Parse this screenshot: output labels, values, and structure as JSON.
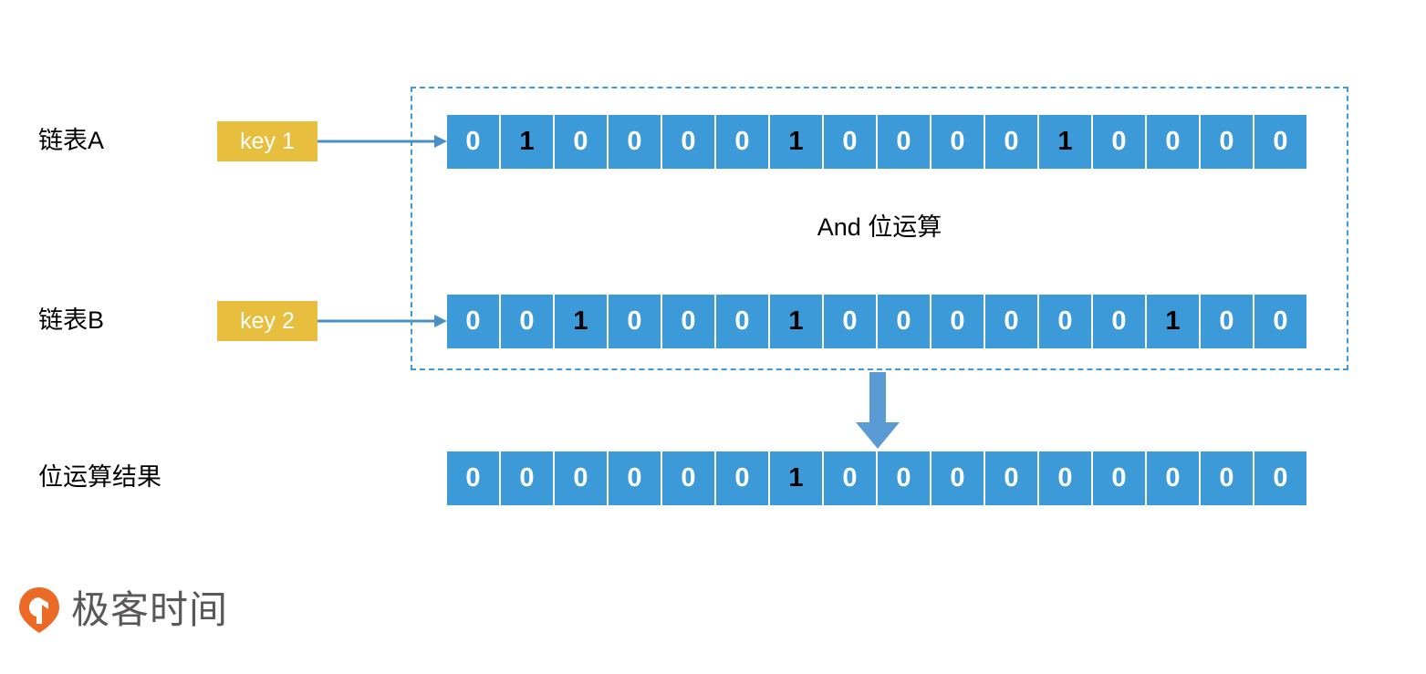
{
  "diagram": {
    "title_hidden": "",
    "operation_label": "And 位运算",
    "rows": [
      {
        "id": "row-a",
        "label": "链表A",
        "key_label": "key 1",
        "bits": [
          "0",
          "1",
          "0",
          "0",
          "0",
          "0",
          "1",
          "0",
          "0",
          "0",
          "0",
          "1",
          "0",
          "0",
          "0",
          "0"
        ]
      },
      {
        "id": "row-b",
        "label": "链表B",
        "key_label": "key 2",
        "bits": [
          "0",
          "0",
          "1",
          "0",
          "0",
          "0",
          "1",
          "0",
          "0",
          "0",
          "0",
          "0",
          "0",
          "1",
          "0",
          "0"
        ]
      },
      {
        "id": "row-result",
        "label": "位运算结果",
        "key_label": "",
        "bits": [
          "0",
          "0",
          "0",
          "0",
          "0",
          "0",
          "1",
          "0",
          "0",
          "0",
          "0",
          "0",
          "0",
          "0",
          "0",
          "0"
        ]
      }
    ]
  },
  "footer": {
    "logo_text": "极客时间",
    "logo_icon": "geektime-pin-icon"
  },
  "colors": {
    "bit_cell": "#3d9ad8",
    "key_box": "#e8be3e",
    "arrow": "#4a90c4",
    "dashed_border": "#3d9ad8",
    "bit_zero_text": "#ffffff",
    "bit_one_text": "#000000",
    "logo_orange": "#ea6a26",
    "logo_text": "#595757"
  }
}
